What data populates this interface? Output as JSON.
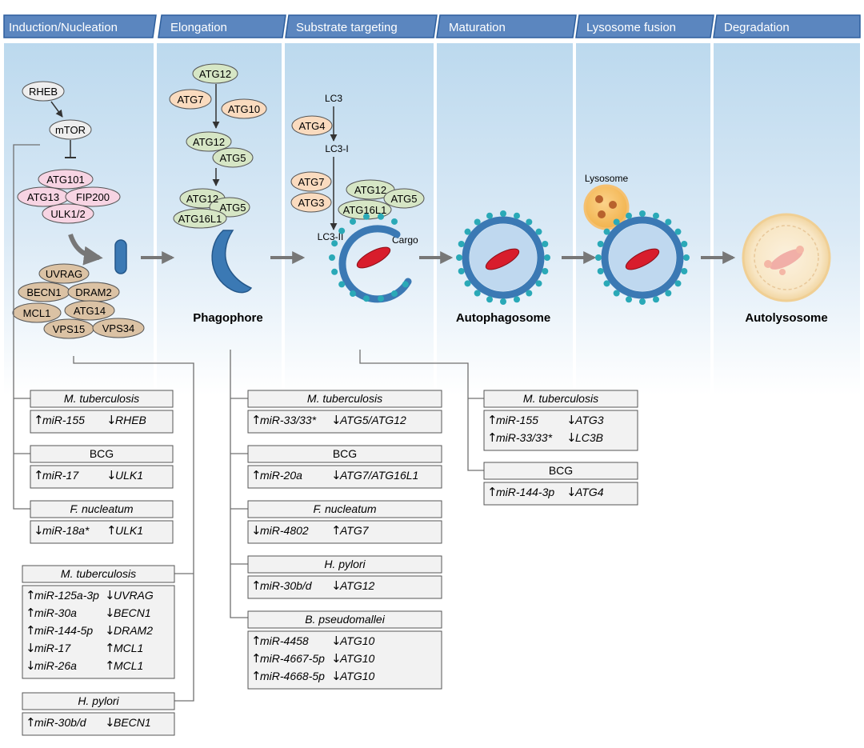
{
  "colors": {
    "header": "#5b86bf",
    "header_text": "#ffffff",
    "panel_top": "#bcd9ee",
    "panel_bottom": "#ffffff",
    "membrane": "#3b79b4",
    "membrane_dark": "#24578a",
    "dot": "#2aa9b7",
    "lumen": "#bfd8ef",
    "cargo": "#d81d2c",
    "pink": "#f7d4e3",
    "green": "#d6e6c5",
    "orange": "#fadbbf",
    "tan": "#dbc2a4",
    "grey_node": "#eeeeee",
    "box_fill": "#f2f2f2",
    "line": "#707070",
    "arrow": "#777777"
  },
  "stages": [
    "Induction/Nucleation",
    "Elongation",
    "Substrate targeting",
    "Maturation",
    "Lysosome fusion",
    "Degradation"
  ],
  "structures": {
    "phagophore": "Phagophore",
    "autophagosome": "Autophagosome",
    "autolysosome": "Autolysosome",
    "lysosome": "Lysosome",
    "cargo": "Cargo"
  },
  "induction_nodes": {
    "rheb": "RHEB",
    "mtor": "mTOR",
    "atg101": "ATG101",
    "atg13": "ATG13",
    "fip200": "FIP200",
    "ulk": "ULK1/2",
    "uvrag": "UVRAG",
    "becn1": "BECN1",
    "dram2": "DRAM2",
    "mcl1": "MCL1",
    "atg14": "ATG14",
    "vps15": "VPS15",
    "vps34": "VPS34"
  },
  "elongation_nodes": {
    "atg12_top": "ATG12",
    "atg7": "ATG7",
    "atg10": "ATG10",
    "atg12_mid": "ATG12",
    "atg5_mid": "ATG5",
    "atg12_bot": "ATG12",
    "atg5_bot": "ATG5",
    "atg16l1": "ATG16L1"
  },
  "targeting_nodes": {
    "lc3": "LC3",
    "atg4": "ATG4",
    "lc3_i": "LC3-I",
    "atg7": "ATG7",
    "atg3": "ATG3",
    "atg12": "ATG12",
    "atg5": "ATG5",
    "atg16l1": "ATG16L1",
    "lc3_ii": "LC3-II"
  },
  "boxes": [
    {
      "title": "M. tuberculosis",
      "title_italic": true,
      "rows": [
        {
          "mir_dir": "up",
          "mir": "miR-155",
          "target_dir": "down",
          "target": "RHEB"
        }
      ]
    },
    {
      "title": "BCG",
      "title_italic": false,
      "rows": [
        {
          "mir_dir": "up",
          "mir": "miR-17",
          "target_dir": "down",
          "target": "ULK1"
        }
      ]
    },
    {
      "title": "F. nucleatum",
      "title_italic": true,
      "rows": [
        {
          "mir_dir": "down",
          "mir": "miR-18a*",
          "target_dir": "up",
          "target": "ULK1"
        }
      ]
    },
    {
      "title": "M. tuberculosis",
      "title_italic": true,
      "rows": [
        {
          "mir_dir": "up",
          "mir": "miR-125a-3p",
          "target_dir": "down",
          "target": "UVRAG"
        },
        {
          "mir_dir": "up",
          "mir": "miR-30a",
          "target_dir": "down",
          "target": "BECN1"
        },
        {
          "mir_dir": "up",
          "mir": "miR-144-5p",
          "target_dir": "down",
          "target": "DRAM2"
        },
        {
          "mir_dir": "down",
          "mir": "miR-17",
          "target_dir": "up",
          "target": "MCL1"
        },
        {
          "mir_dir": "down",
          "mir": "miR-26a",
          "target_dir": "up",
          "target": "MCL1"
        }
      ]
    },
    {
      "title": "H. pylori",
      "title_italic": true,
      "rows": [
        {
          "mir_dir": "up",
          "mir": "miR-30b/d",
          "target_dir": "down",
          "target": "BECN1"
        }
      ]
    },
    {
      "title": "M. tuberculosis",
      "title_italic": true,
      "rows": [
        {
          "mir_dir": "up",
          "mir": "miR-33/33*",
          "target_dir": "down",
          "target": "ATG5/ATG12"
        }
      ]
    },
    {
      "title": "BCG",
      "title_italic": false,
      "rows": [
        {
          "mir_dir": "up",
          "mir": "miR-20a",
          "target_dir": "down",
          "target": "ATG7/ATG16L1"
        }
      ]
    },
    {
      "title": "F. nucleatum",
      "title_italic": true,
      "rows": [
        {
          "mir_dir": "down",
          "mir": "miR-4802",
          "target_dir": "up",
          "target": "ATG7"
        }
      ]
    },
    {
      "title": "H. pylori",
      "title_italic": true,
      "rows": [
        {
          "mir_dir": "up",
          "mir": "miR-30b/d",
          "target_dir": "down",
          "target": "ATG12"
        }
      ]
    },
    {
      "title": "B. pseudomallei",
      "title_italic": true,
      "rows": [
        {
          "mir_dir": "up",
          "mir": "miR-4458",
          "target_dir": "down",
          "target": "ATG10"
        },
        {
          "mir_dir": "up",
          "mir": "miR-4667-5p",
          "target_dir": "down",
          "target": "ATG10"
        },
        {
          "mir_dir": "up",
          "mir": "miR-4668-5p",
          "target_dir": "down",
          "target": "ATG10"
        }
      ]
    },
    {
      "title": "M. tuberculosis",
      "title_italic": true,
      "rows": [
        {
          "mir_dir": "up",
          "mir": "miR-155",
          "target_dir": "down",
          "target": "ATG3"
        },
        {
          "mir_dir": "up",
          "mir": "miR-33/33*",
          "target_dir": "down",
          "target": "LC3B"
        }
      ]
    },
    {
      "title": "BCG",
      "title_italic": false,
      "rows": [
        {
          "mir_dir": "up",
          "mir": "miR-144-3p",
          "target_dir": "down",
          "target": "ATG4"
        }
      ]
    }
  ]
}
